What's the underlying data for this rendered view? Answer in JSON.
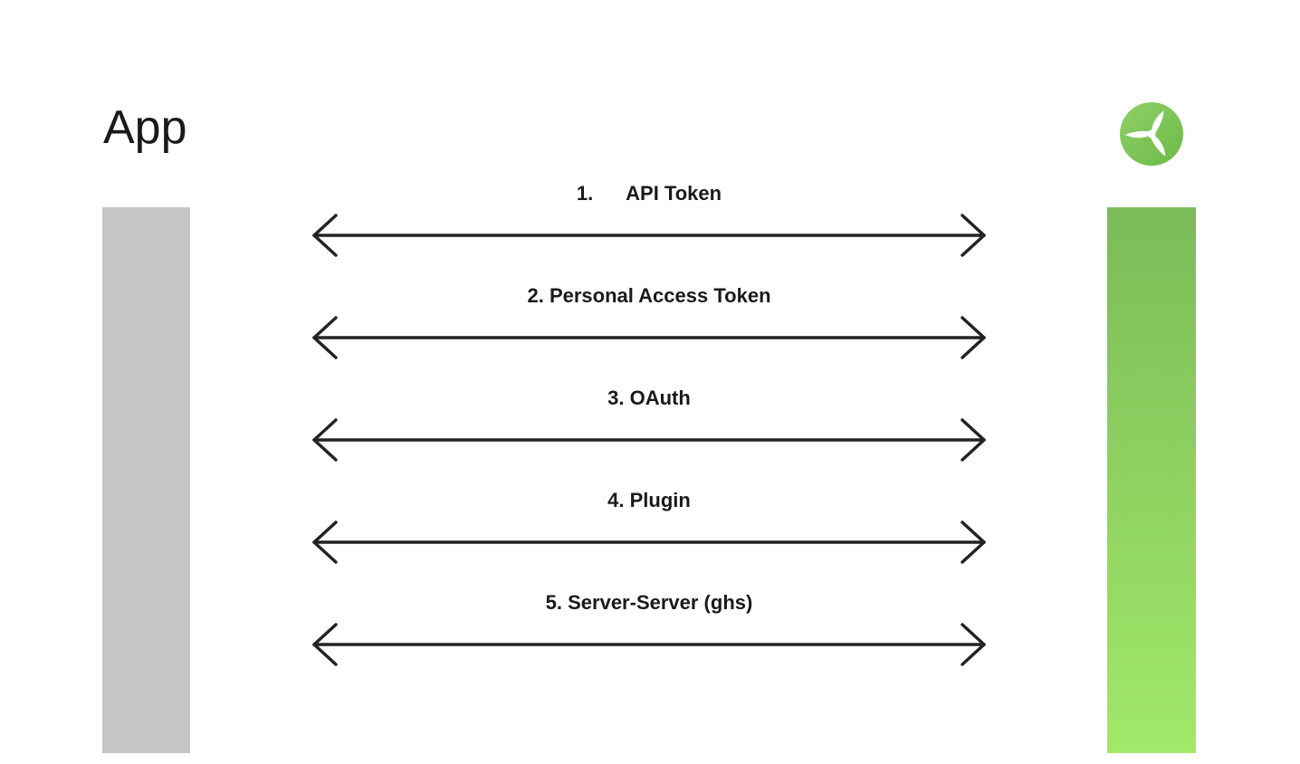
{
  "colors": {
    "background": "#ffffff",
    "text": "#1a1a1a",
    "arrow": "#232323",
    "gray_bar": "#c5c5c5",
    "green_top": "#7cbb58",
    "green_bottom": "#a2e86a",
    "logo_green_light": "#8ed167",
    "logo_green_dark": "#6db948",
    "logo_blade": "#ffffff"
  },
  "left_column": {
    "title": "App"
  },
  "right_column": {
    "logo_icon": "three-blade-propeller-in-green-circle"
  },
  "arrows": [
    {
      "label": "1.      API Token"
    },
    {
      "label": "2. Personal Access Token"
    },
    {
      "label": "3. OAuth"
    },
    {
      "label": "4. Plugin"
    },
    {
      "label": "5. Server-Server (ghs)"
    }
  ]
}
